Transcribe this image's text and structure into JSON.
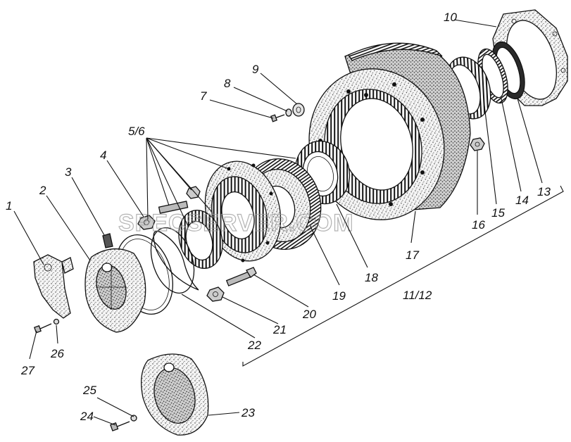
{
  "diagram": {
    "watermark": "SPECSERVER.COM",
    "labels": [
      {
        "id": "p1",
        "text": "1"
      },
      {
        "id": "p2",
        "text": "2"
      },
      {
        "id": "p3",
        "text": "3"
      },
      {
        "id": "p4",
        "text": "4"
      },
      {
        "id": "p56",
        "text": "5/6"
      },
      {
        "id": "p7",
        "text": "7"
      },
      {
        "id": "p8",
        "text": "8"
      },
      {
        "id": "p9",
        "text": "9"
      },
      {
        "id": "p10",
        "text": "10"
      },
      {
        "id": "p13",
        "text": "13"
      },
      {
        "id": "p14",
        "text": "14"
      },
      {
        "id": "p15",
        "text": "15"
      },
      {
        "id": "p16",
        "text": "16"
      },
      {
        "id": "p17",
        "text": "17"
      },
      {
        "id": "p18",
        "text": "18"
      },
      {
        "id": "p19",
        "text": "19"
      },
      {
        "id": "p20",
        "text": "20"
      },
      {
        "id": "p21",
        "text": "21"
      },
      {
        "id": "p22",
        "text": "22"
      },
      {
        "id": "p23",
        "text": "23"
      },
      {
        "id": "p24",
        "text": "24"
      },
      {
        "id": "p25",
        "text": "25"
      },
      {
        "id": "p26",
        "text": "26"
      },
      {
        "id": "p27",
        "text": "27"
      },
      {
        "id": "p1112",
        "text": "11/12"
      }
    ]
  }
}
